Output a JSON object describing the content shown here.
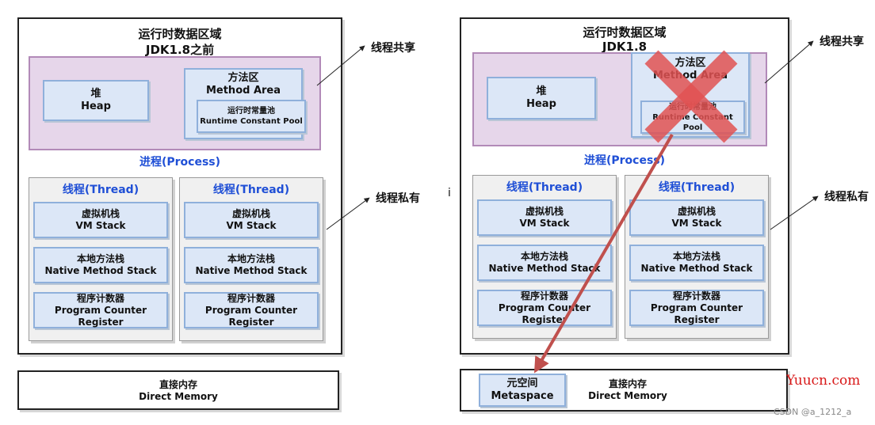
{
  "left": {
    "title_line1": "运行时数据区域",
    "title_line2": "JDK1.8之前",
    "heap": {
      "cn": "堆",
      "en": "Heap"
    },
    "method_area": {
      "cn": "方法区",
      "en": "Method Area"
    },
    "constant_pool": {
      "cn": "运行时常量池",
      "en": "Runtime Constant Pool"
    },
    "process": "进程(Process)",
    "threads": [
      {
        "title": "线程(Thread)",
        "vm": {
          "cn": "虚拟机栈",
          "en": "VM Stack"
        },
        "native": {
          "cn": "本地方法栈",
          "en": "Native Method Stack"
        },
        "pc": {
          "cn": "程序计数器",
          "en": "Program Counter Register"
        }
      },
      {
        "title": "线程(Thread)",
        "vm": {
          "cn": "虚拟机栈",
          "en": "VM Stack"
        },
        "native": {
          "cn": "本地方法栈",
          "en": "Native Method Stack"
        },
        "pc": {
          "cn": "程序计数器",
          "en": "Program Counter Register"
        }
      }
    ],
    "direct_memory": {
      "cn": "直接内存",
      "en": "Direct Memory"
    },
    "shared_label": "线程共享",
    "private_label": "线程私有"
  },
  "right": {
    "title_line1": "运行时数据区域",
    "title_line2": "JDK1.8",
    "heap": {
      "cn": "堆",
      "en": "Heap"
    },
    "method_area": {
      "cn": "方法区",
      "en": "Method Area"
    },
    "constant_pool": {
      "cn": "运行时常量池",
      "en": "Runtime Constant Pool"
    },
    "process": "进程(Process)",
    "threads": [
      {
        "title": "线程(Thread)",
        "vm": {
          "cn": "虚拟机栈",
          "en": "VM Stack"
        },
        "native": {
          "cn": "本地方法栈",
          "en": "Native Method Stack"
        },
        "pc": {
          "cn": "程序计数器",
          "en": "Program Counter Register"
        }
      },
      {
        "title": "线程(Thread)",
        "vm": {
          "cn": "虚拟机栈",
          "en": "VM Stack"
        },
        "native": {
          "cn": "本地方法栈",
          "en": "Native Method Stack"
        },
        "pc": {
          "cn": "程序计数器",
          "en": "Program Counter Register"
        }
      }
    ],
    "metaspace": {
      "cn": "元空间",
      "en": "Metaspace"
    },
    "direct_memory": {
      "cn": "直接内存",
      "en": "Direct Memory"
    },
    "shared_label": "线程共享",
    "private_label": "线程私有"
  },
  "between_mark": "i",
  "watermark_site": "Yuucn.com",
  "watermark_author": "CSDN @a_1212_a",
  "colors": {
    "shared_fill": "#e6d6ea",
    "box_fill": "#dce7f7",
    "accent_blue": "#1f4fd6",
    "cross_red": "#e05252",
    "arrow_red": "#c0504d"
  }
}
